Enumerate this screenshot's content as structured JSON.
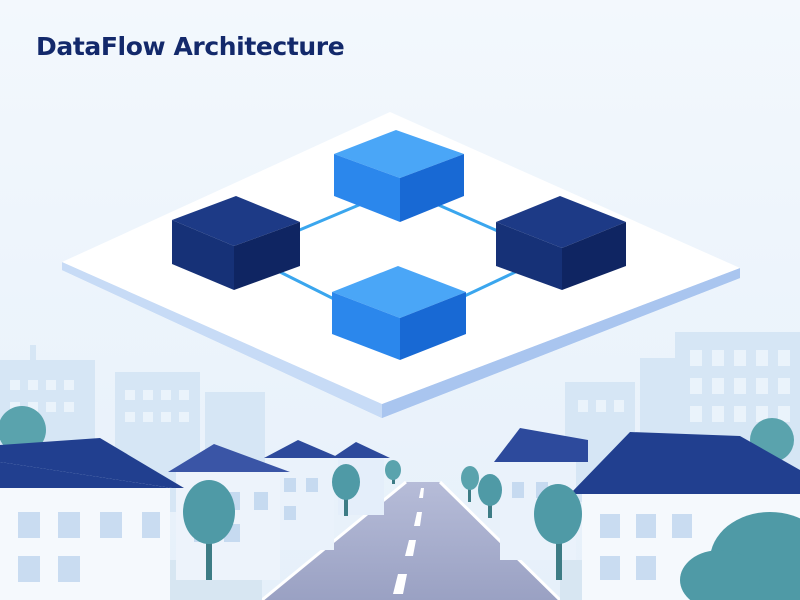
{
  "header": {
    "title": "DataFlow Architecture"
  },
  "diagram": {
    "nodes": [
      {
        "id": "node-top",
        "shade": "light"
      },
      {
        "id": "node-left",
        "shade": "dark"
      },
      {
        "id": "node-right",
        "shade": "dark"
      },
      {
        "id": "node-bottom",
        "shade": "light"
      }
    ],
    "connections": [
      {
        "from": "node-left",
        "to": "node-top"
      },
      {
        "from": "node-top",
        "to": "node-right"
      },
      {
        "from": "node-right",
        "to": "node-bottom"
      },
      {
        "from": "node-bottom",
        "to": "node-left"
      }
    ]
  },
  "colors": {
    "title": "#13296b",
    "sky": "#eef5fb",
    "platform_top": "#ffffff",
    "platform_edge": "#b6cff4",
    "node_light": "#2d8cf0",
    "node_dark": "#13306f",
    "connector": "#3aa6ee",
    "roof": "#2d4a9c",
    "tree": "#4f9aa6",
    "road": "#9fa6c6"
  }
}
